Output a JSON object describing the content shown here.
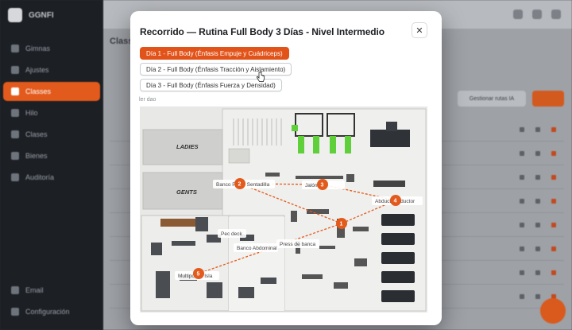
{
  "app": {
    "brand": "GGNFI",
    "sidebar": [
      "Gimnas",
      "Ajustes",
      "Classes",
      "Hilo",
      "Clases",
      "Bienes",
      "Auditoría"
    ],
    "sidebar_bottom": [
      "Email",
      "Configuración"
    ],
    "page_title": "Classes",
    "toolbar_button": "Gestionar rutas IA"
  },
  "modal": {
    "title": "Recorrido — Rutina Full Body 3 Días - Nivel Intermedio",
    "close_symbol": "✕",
    "days": [
      {
        "label": "Día 1 - Full Body (Énfasis Empuje y Cuádriceps)"
      },
      {
        "label": "Día 2 - Full Body (Énfasis Tracción y Aislamiento)"
      },
      {
        "label": "Día 3 - Full Body (Énfasis Fuerza y Densidad)"
      }
    ],
    "active_day": 0,
    "route_label": "ler dao",
    "map": {
      "zones": [
        "LADIES",
        "GENTS"
      ],
      "route_color": "#e25a1c",
      "stops": [
        {
          "n": "1",
          "label": "Press de banca"
        },
        {
          "n": "2",
          "label": "Banco Plano Sentadilla"
        },
        {
          "n": "3",
          "label": "Jalón Alto"
        },
        {
          "n": "4",
          "label": "Abductor/Aductor"
        },
        {
          "n": "5",
          "label": "Multipower Isla"
        }
      ],
      "extra_labels": [
        "Pec deck",
        "Banco Abdominal"
      ]
    }
  }
}
